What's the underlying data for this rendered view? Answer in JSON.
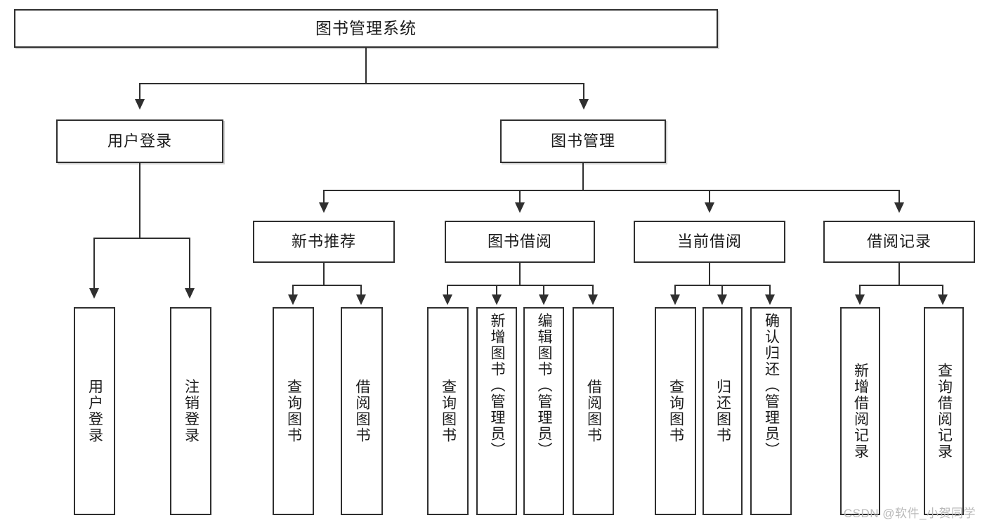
{
  "diagram": {
    "title": "图书管理系统",
    "watermark": "CSDN @软件_小贺同学",
    "colors": {
      "stroke": "#2f2f2f",
      "fill": "#ffffff",
      "text": "#1a1a1a",
      "watermark": "#b9b9b9"
    },
    "root": {
      "label": "图书管理系统"
    },
    "level2": [
      {
        "label": "用户登录"
      },
      {
        "label": "图书管理"
      }
    ],
    "level3": [
      {
        "label": "新书推荐"
      },
      {
        "label": "图书借阅"
      },
      {
        "label": "当前借阅"
      },
      {
        "label": "借阅记录"
      }
    ],
    "leaves": {
      "user_login": [
        {
          "label": "用户登录"
        },
        {
          "label": "注销登录"
        }
      ],
      "new_book_recommend": [
        {
          "label": "查询图书"
        },
        {
          "label": "借阅图书"
        }
      ],
      "book_borrow": [
        {
          "label": "查询图书"
        },
        {
          "label": "新增图书（管理员）"
        },
        {
          "label": "编辑图书（管理员）"
        },
        {
          "label": "借阅图书"
        }
      ],
      "current_borrow": [
        {
          "label": "查询图书"
        },
        {
          "label": "归还图书"
        },
        {
          "label": "确认归还（管理员）"
        }
      ],
      "borrow_record": [
        {
          "label": "新增借阅记录"
        },
        {
          "label": "查询借阅记录"
        }
      ]
    }
  }
}
